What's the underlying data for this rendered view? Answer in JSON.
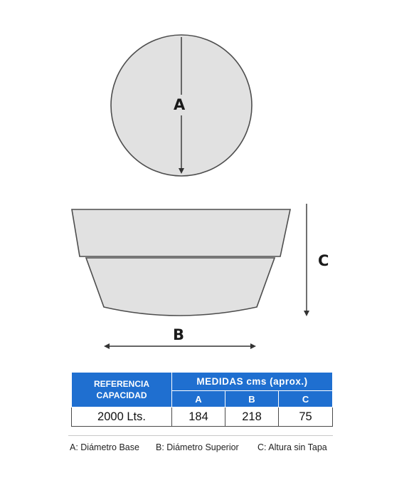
{
  "labels": {
    "a": "A",
    "b": "B",
    "c": "C"
  },
  "table": {
    "reference_header": [
      "REFERENCIA",
      "CAPACIDAD"
    ],
    "measures_header": "MEDIDAS cms (aprox.)",
    "columns": [
      "A",
      "B",
      "C"
    ],
    "row": {
      "capacity": "2000 Lts.",
      "a": "184",
      "b": "218",
      "c": "75"
    }
  },
  "legend": {
    "a": "A: Diámetro Base",
    "b": "B: Diámetro Superior",
    "c": "C: Altura sin Tapa"
  },
  "colors": {
    "fill": "#e1e1e1",
    "stroke": "#4d4d4d",
    "header": "#1f6fd0"
  }
}
